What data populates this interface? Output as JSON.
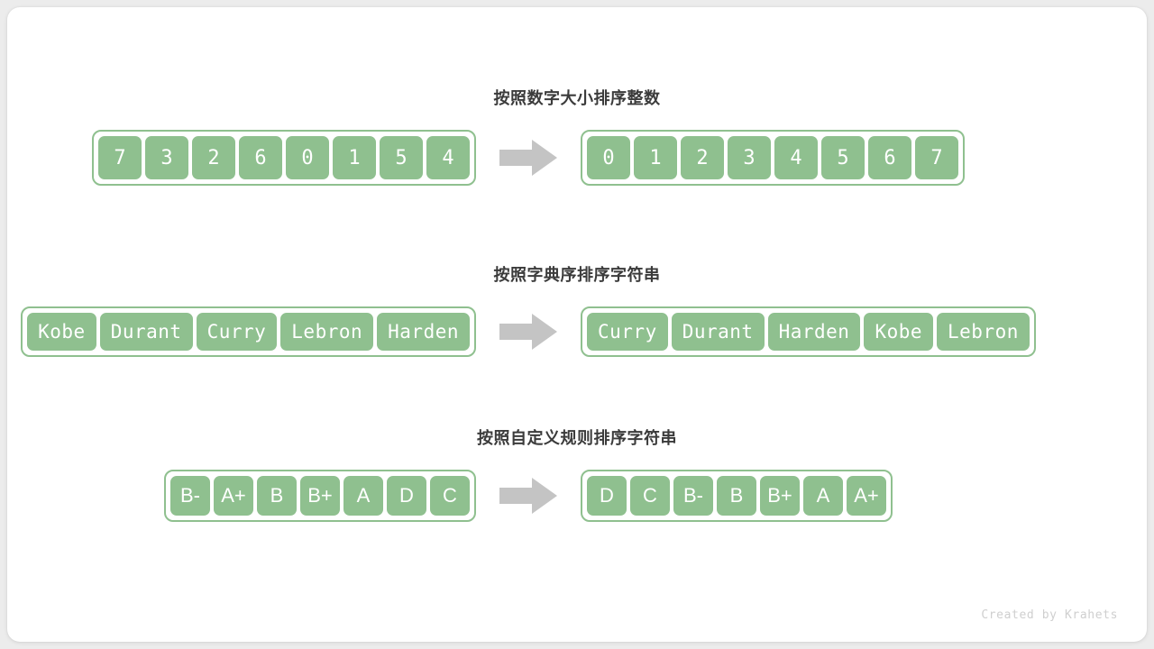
{
  "footer": {
    "credit": "Created by Krahets"
  },
  "theme": {
    "cell_fill": "#8fc08f",
    "cell_text": "#ffffff",
    "title_color": "#3b3b3b",
    "arrow_color": "#c4c4c4",
    "card_bg": "#ffffff",
    "page_bg": "#ececec"
  },
  "arrow": {
    "name": "right-arrow-icon"
  },
  "sections": [
    {
      "title": "按照数字大小排序整数",
      "kind": "num",
      "before": [
        "7",
        "3",
        "2",
        "6",
        "0",
        "1",
        "5",
        "4"
      ],
      "after": [
        "0",
        "1",
        "2",
        "3",
        "4",
        "5",
        "6",
        "7"
      ]
    },
    {
      "title": "按照字典序排序字符串",
      "kind": "word",
      "before": [
        "Kobe",
        "Durant",
        "Curry",
        "Lebron",
        "Harden"
      ],
      "after": [
        "Curry",
        "Durant",
        "Harden",
        "Kobe",
        "Lebron"
      ]
    },
    {
      "title": "按照自定义规则排序字符串",
      "kind": "grade",
      "before": [
        "B-",
        "A+",
        "B",
        "B+",
        "A",
        "D",
        "C"
      ],
      "after": [
        "D",
        "C",
        "B-",
        "B",
        "B+",
        "A",
        "A+"
      ]
    }
  ]
}
